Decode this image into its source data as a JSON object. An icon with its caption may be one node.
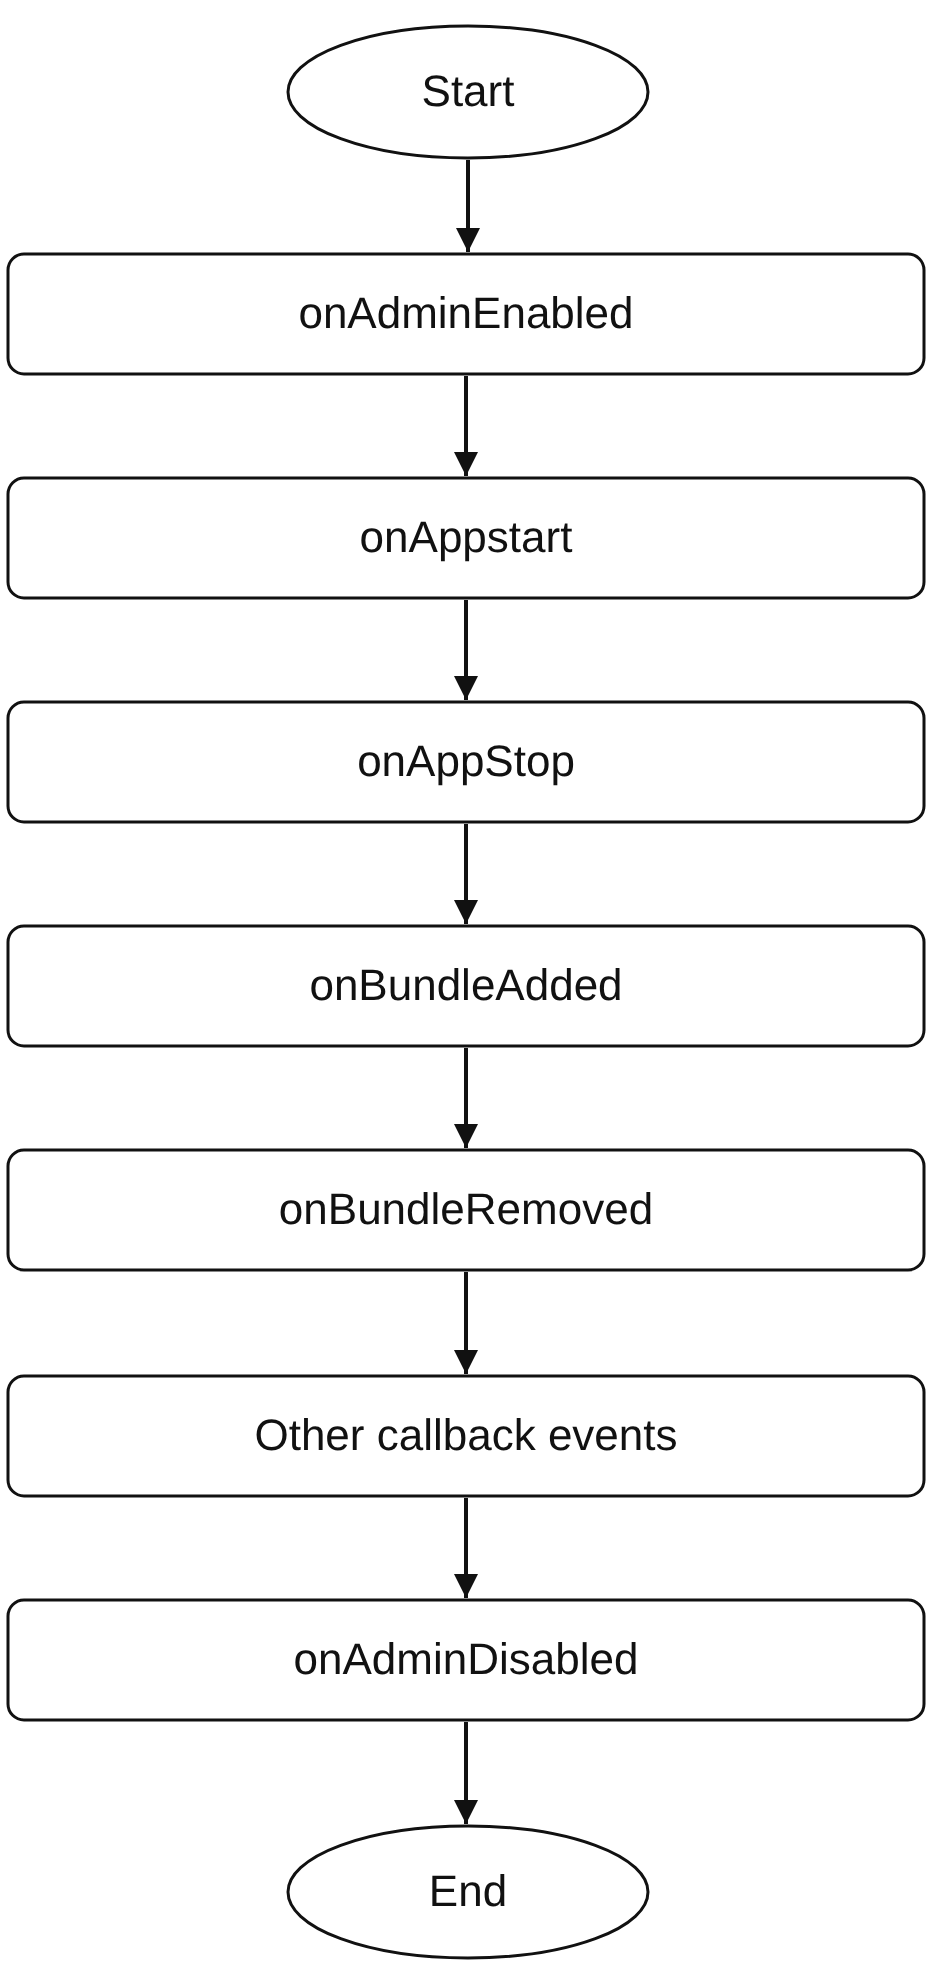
{
  "diagram": {
    "nodes": [
      {
        "text": [
          "Start"
        ]
      },
      {
        "text": [
          "onAdminEnabled"
        ]
      },
      {
        "text": [
          "onAppstart"
        ]
      },
      {
        "text": [
          "onAppStop"
        ]
      },
      {
        "text": [
          "onBundleAdded"
        ]
      },
      {
        "text": [
          "onBundleRemoved"
        ]
      },
      {
        "text": [
          "Other callback events"
        ]
      },
      {
        "text": [
          "onAdminDisabled"
        ]
      },
      {
        "text": [
          "End"
        ]
      }
    ],
    "edges": [
      {
        "from": 0,
        "to": 1,
        "arrow": "to"
      },
      {
        "from": 1,
        "to": 2,
        "arrow": "to"
      },
      {
        "from": 2,
        "to": 3,
        "arrow": "to"
      },
      {
        "from": 3,
        "to": 4,
        "arrow": "to"
      },
      {
        "from": 4,
        "to": 5,
        "arrow": "to"
      },
      {
        "from": 5,
        "to": 6,
        "arrow": "to"
      },
      {
        "from": 6,
        "to": 7,
        "arrow": "to"
      },
      {
        "from": 7,
        "to": 8,
        "arrow": "to"
      }
    ]
  }
}
